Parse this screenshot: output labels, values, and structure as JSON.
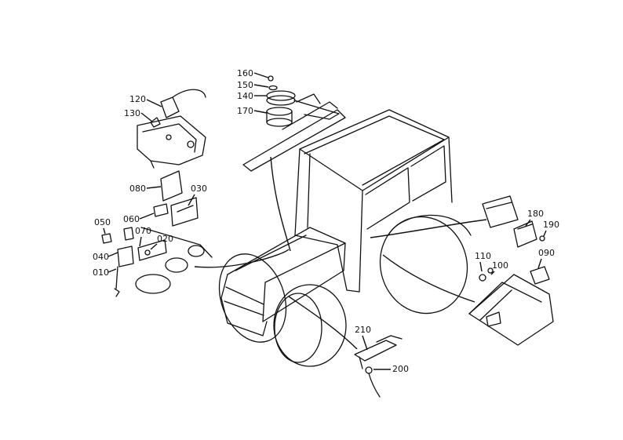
{
  "diagram": {
    "callouts": [
      {
        "id": "p010",
        "text": "010"
      },
      {
        "id": "p020",
        "text": "020"
      },
      {
        "id": "p030",
        "text": "030"
      },
      {
        "id": "p040",
        "text": "040"
      },
      {
        "id": "p050",
        "text": "050"
      },
      {
        "id": "p060",
        "text": "060"
      },
      {
        "id": "p070",
        "text": "070"
      },
      {
        "id": "p080",
        "text": "080"
      },
      {
        "id": "p090",
        "text": "090"
      },
      {
        "id": "p100",
        "text": "100"
      },
      {
        "id": "p110",
        "text": "110"
      },
      {
        "id": "p120",
        "text": "120"
      },
      {
        "id": "p130",
        "text": "130"
      },
      {
        "id": "p140",
        "text": "140"
      },
      {
        "id": "p150",
        "text": "150"
      },
      {
        "id": "p160",
        "text": "160"
      },
      {
        "id": "p170",
        "text": "170"
      },
      {
        "id": "p180",
        "text": "180"
      },
      {
        "id": "p190",
        "text": "190"
      },
      {
        "id": "p200",
        "text": "200"
      },
      {
        "id": "p210",
        "text": "210"
      }
    ]
  }
}
